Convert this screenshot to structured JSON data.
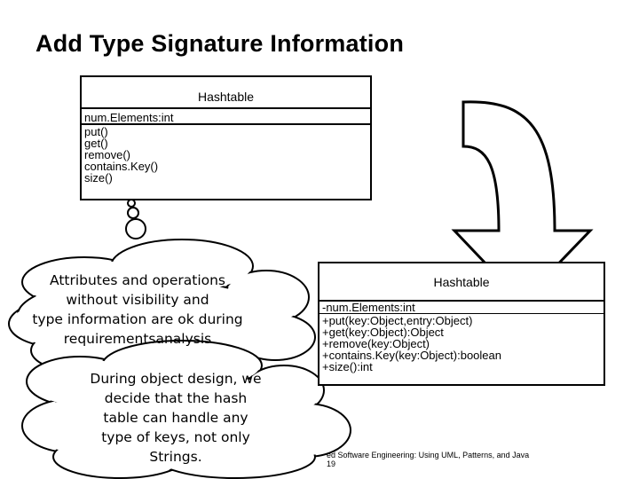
{
  "title": "Add Type Signature Information",
  "class_before": {
    "name": "Hashtable",
    "attributes": [
      "num.Elements:int"
    ],
    "operations": [
      "put()",
      "get()",
      "remove()",
      "contains.Key()",
      "size()"
    ]
  },
  "class_after": {
    "name": "Hashtable",
    "attributes": [
      "-num.Elements:int"
    ],
    "operations": [
      "+put(key:Object,entry:Object)",
      "+get(key:Object):Object",
      "+remove(key:Object)",
      "+contains.Key(key:Object):boolean",
      "+size():int"
    ]
  },
  "cloud_requirements": {
    "lines": [
      "Attributes and operations",
      "without  visibility and",
      "type information are ok during",
      "requirementsanalysis"
    ]
  },
  "cloud_design": {
    "lines": [
      "During object design, we",
      "decide that the hash",
      "table can handle any",
      "type of keys, not only",
      "Strings."
    ]
  },
  "footer": {
    "line1": "ed Software Engineering: Using UML, Patterns, and Java",
    "page": "19"
  }
}
